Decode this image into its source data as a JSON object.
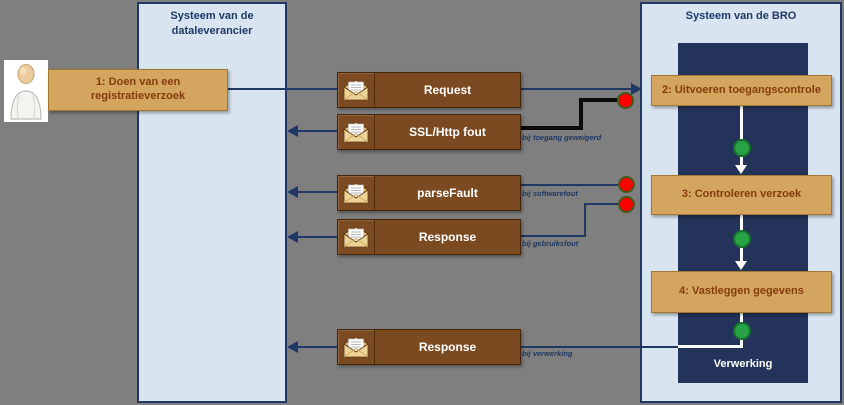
{
  "diagram": {
    "lanes": {
      "dataleverancier": {
        "title": "Systeem van de dataleverancier"
      },
      "bro": {
        "title": "Systeem van de BRO",
        "process_label": "Verwerking"
      }
    },
    "steps": [
      {
        "label": "1: Doen van een registratieverzoek"
      },
      {
        "label": "2: Uitvoeren toegangscontrole"
      },
      {
        "label": "3:  Controleren verzoek"
      },
      {
        "label": "4: Vastleggen gegevens"
      }
    ],
    "messages": [
      {
        "label": "Request",
        "direction": "right"
      },
      {
        "label": "SSL/Http fout",
        "direction": "left",
        "condition": "bij toegang geweigerd"
      },
      {
        "label": "parseFault",
        "direction": "left",
        "condition": "bij softwarefout"
      },
      {
        "label": "Response",
        "direction": "left",
        "condition": "bij gebruiksfout"
      },
      {
        "label": "Response",
        "direction": "left",
        "condition": "bij verwerking"
      }
    ],
    "colors": {
      "background": "#7f7f7f",
      "lane_fill": "#d9e4f1",
      "lane_border": "#1f3864",
      "process_fill": "#24335a",
      "step_fill": "#d4a55e",
      "step_text": "#843c0c",
      "message_fill": "#7b4a21",
      "connector": "#1f3864",
      "error_connector": "#0b0b0b",
      "error_dot": "#ff0000",
      "flow_dot": "#27a346"
    }
  }
}
